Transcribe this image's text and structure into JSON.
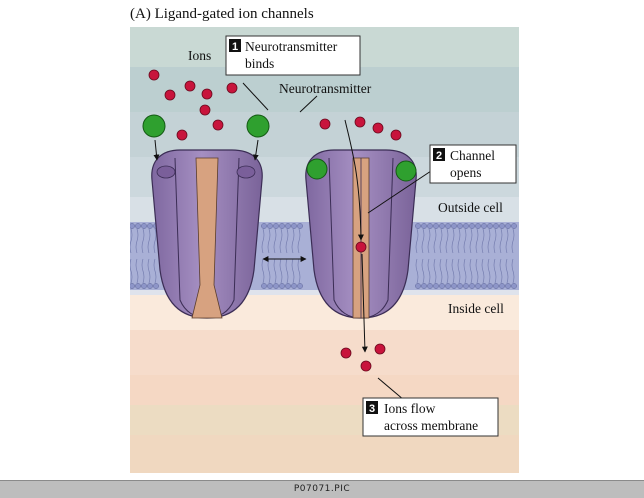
{
  "figure_title": "(A)  Ligand-gated ion channels",
  "labels": {
    "ions": "Ions",
    "neurotransmitter": "Neurotransmitter",
    "outside_cell": "Outside cell",
    "inside_cell": "Inside cell"
  },
  "steps": [
    {
      "number": "1",
      "line1": "Neurotransmitter",
      "line2": "binds"
    },
    {
      "number": "2",
      "line1": "Channel",
      "line2": "opens"
    },
    {
      "number": "3",
      "line1": "Ions flow",
      "line2": "across membrane"
    }
  ],
  "footer": "P07071.PIC",
  "colors": {
    "channel_purple": "#9a82b8",
    "pore_tan": "#d4a07f",
    "ion_red": "#c8143c",
    "neurotransmitter_green": "#2fa02f",
    "membrane_lipid": "#a7aed6"
  }
}
